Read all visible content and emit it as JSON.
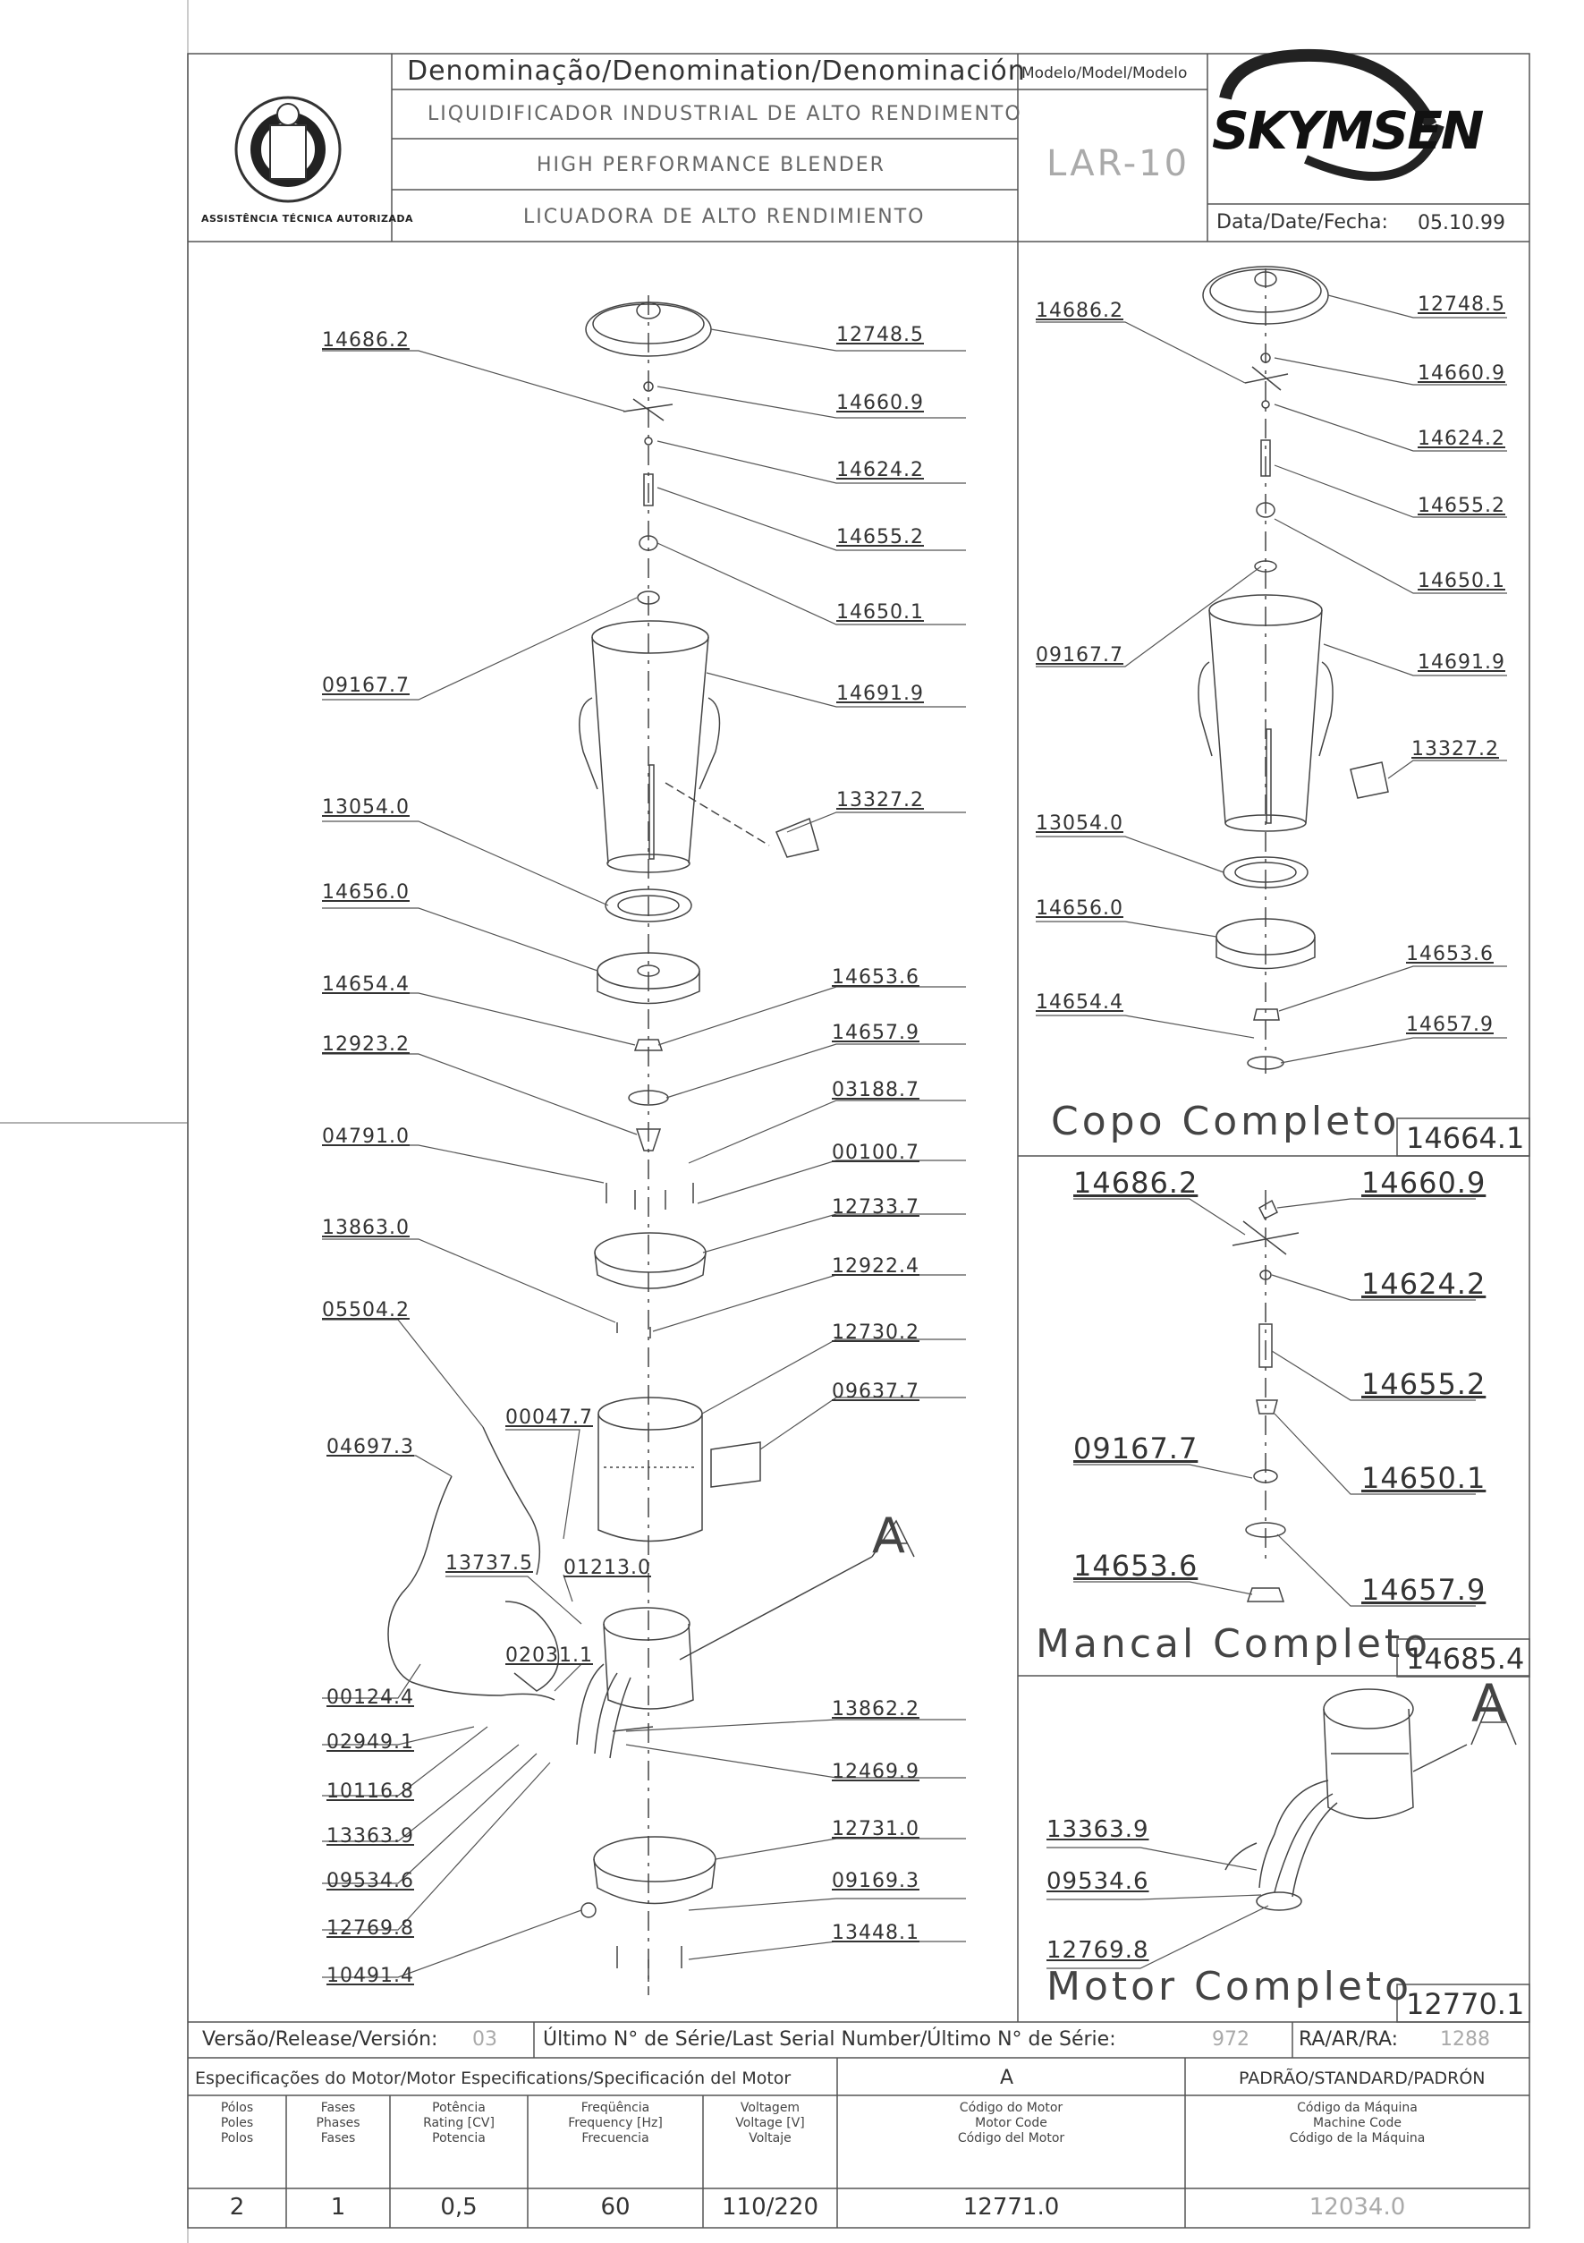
{
  "header": {
    "denomination_label": "Denominação/Denomination/Denominación",
    "model_label": "Modelo/Model/Modelo",
    "name_pt": "LIQUIDIFICADOR INDUSTRIAL DE ALTO RENDIMENTO",
    "name_en": "HIGH PERFORMANCE BLENDER",
    "name_es": "LICUADORA DE ALTO RENDIMIENTO",
    "model": "LAR-10",
    "brand": "SKYMSEN",
    "date_label": "Data/Date/Fecha:",
    "date": "05.10.99",
    "seal_text": "ASSISTÊNCIA TÉCNICA AUTORIZADA"
  },
  "main_parts": [
    "14686.2",
    "12748.5",
    "14660.9",
    "14624.2",
    "14655.2",
    "14650.1",
    "09167.7",
    "14691.9",
    "13327.2",
    "13054.0",
    "14656.0",
    "14654.4",
    "14653.6",
    "14657.9",
    "12923.2",
    "03188.7",
    "04791.0",
    "00100.7",
    "12733.7",
    "13863.0",
    "12922.4",
    "05504.2",
    "12730.2",
    "09637.7",
    "00047.7",
    "04697.3",
    "13737.5",
    "01213.0",
    "02031.1",
    "00124.4",
    "13862.2",
    "02949.1",
    "10116.8",
    "12469.9",
    "13363.9",
    "12731.0",
    "09534.6",
    "09169.3",
    "12769.8",
    "13448.1",
    "10491.4"
  ],
  "callout_A": "A",
  "copo": {
    "title": "Copo Completo",
    "code": "14664.1",
    "parts": [
      "14686.2",
      "12748.5",
      "14660.9",
      "14624.2",
      "14655.2",
      "14650.1",
      "09167.7",
      "14691.9",
      "13327.2",
      "13054.0",
      "14656.0",
      "14653.6",
      "14654.4",
      "14657.9"
    ]
  },
  "mancal": {
    "title": "Mancal Completo",
    "code": "14685.4",
    "parts": [
      "14686.2",
      "14660.9",
      "14624.2",
      "14655.2",
      "09167.7",
      "14650.1",
      "14653.6",
      "14657.9"
    ]
  },
  "motor": {
    "title": "Motor Completo",
    "code": "12770.1",
    "parts": [
      "13363.9",
      "09534.6",
      "12769.8"
    ],
    "callout": "A"
  },
  "footer": {
    "version_label": "Versão/Release/Versión:",
    "version": "03",
    "serial_label": "Último N° de Série/Last Serial Number/Último N° de Série:",
    "serial": "972",
    "ra_label": "RA/AR/RA:",
    "ra": "1288",
    "spec_label": "Especificações do Motor/Motor Especifications/Specificación del Motor",
    "spec_A": "A",
    "standard_label": "PADRÃO/STANDARD/PADRÓN",
    "columns": [
      {
        "label": "Pólos\nPoles\nPolos",
        "value": "2"
      },
      {
        "label": "Fases\nPhases\nFases",
        "value": "1"
      },
      {
        "label": "Potência\nRating [CV]\nPotencia",
        "value": "0,5"
      },
      {
        "label": "Freqüência\nFrequency [Hz]\nFrecuencia",
        "value": "60"
      },
      {
        "label": "Voltagem\nVoltage [V]\nVoltaje",
        "value": "110/220"
      },
      {
        "label": "Código do Motor\nMotor Code\nCódigo del Motor",
        "value": "12771.0"
      },
      {
        "label": "Código da Máquina\nMachine Code\nCódigo de la Máquina",
        "value": "12034.0"
      }
    ]
  }
}
